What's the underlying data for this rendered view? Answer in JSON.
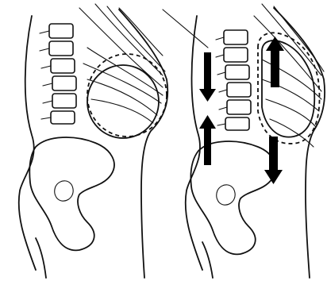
{
  "figure": {
    "panels": [
      {
        "id": "left",
        "description_visible_text": "",
        "arrows": []
      },
      {
        "id": "right",
        "description_visible_text": "",
        "arrows": [
          "down",
          "up",
          "up",
          "down"
        ]
      }
    ],
    "colors": {
      "line": "#111111",
      "background": "#ffffff",
      "arrow": "#000000"
    }
  }
}
